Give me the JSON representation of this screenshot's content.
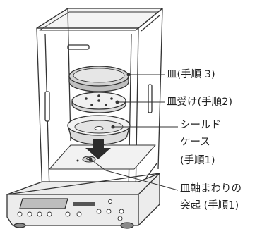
{
  "labels": {
    "pan": "皿(手順 3)",
    "pan_receiver": "皿受け(手順2)",
    "shield_case": [
      "シールド",
      "ケース",
      "(手順1)"
    ],
    "shaft_protrusion": [
      "皿軸まわりの",
      "突起 (手順1)"
    ]
  },
  "colors": {
    "outline": "#333333",
    "pan_fill": "#cfcfcf",
    "accent_arrow": "#2b2b2b"
  }
}
